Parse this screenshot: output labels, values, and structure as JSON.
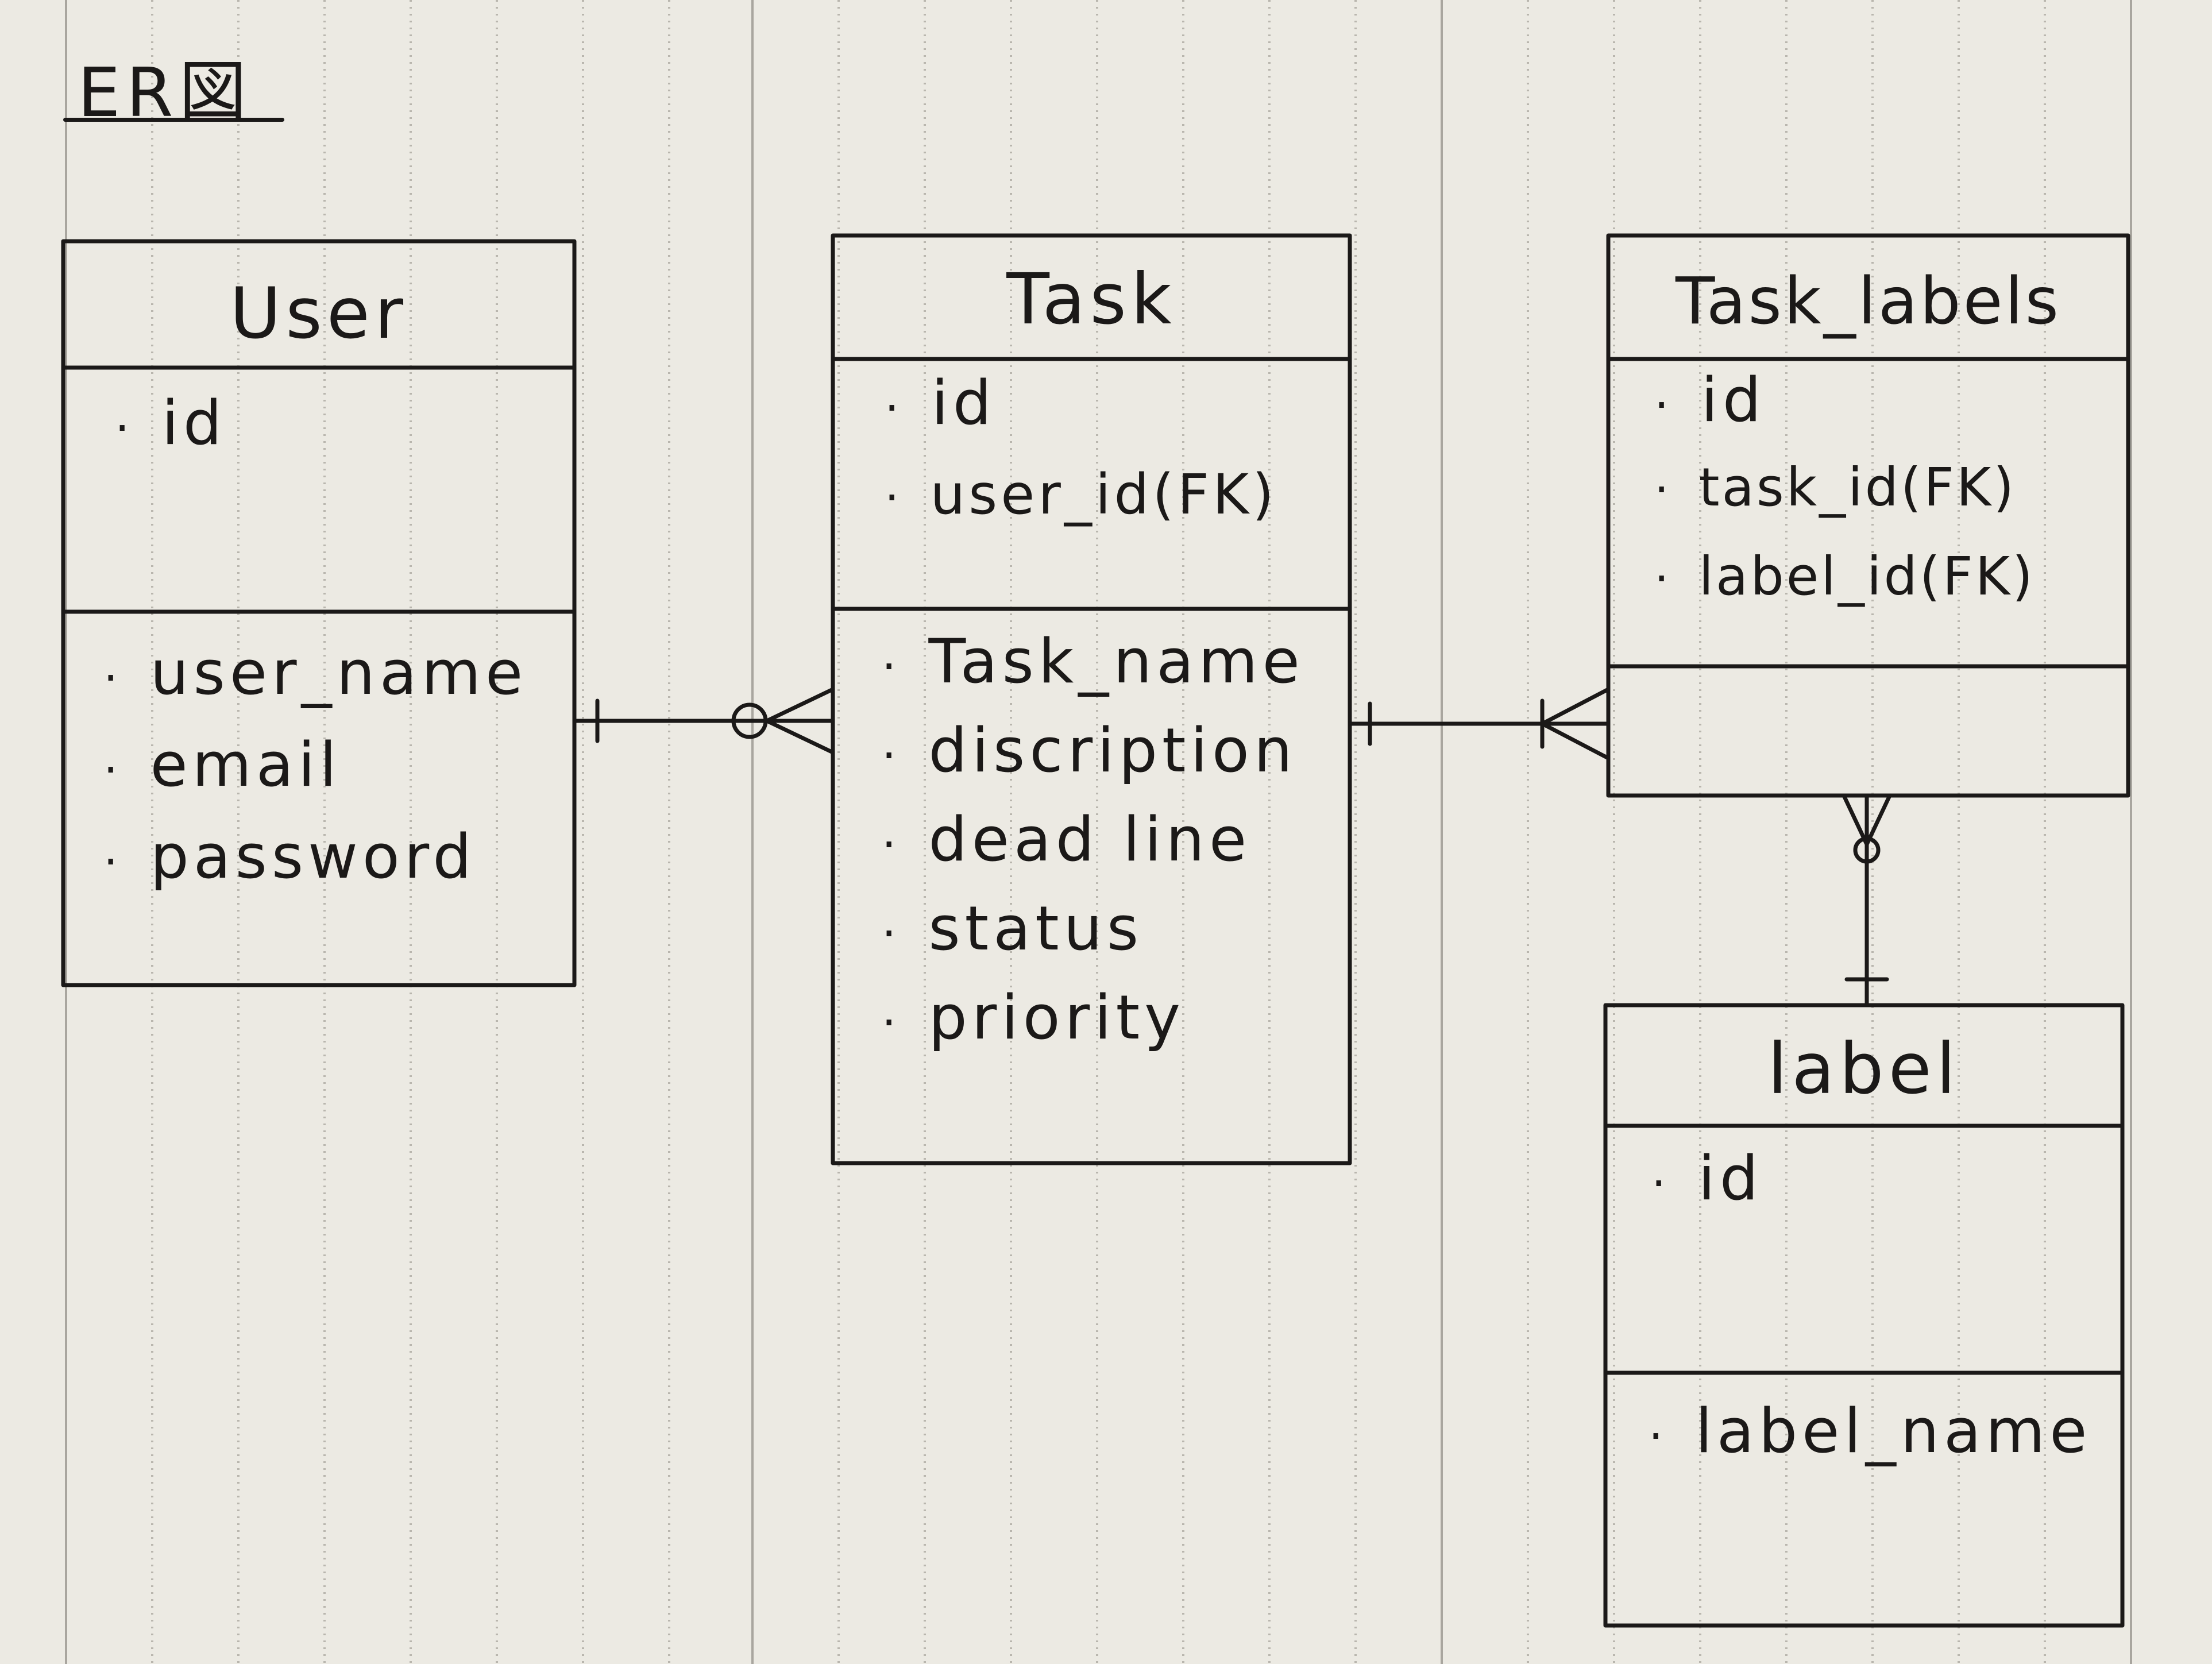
{
  "diagram": {
    "title": "ER図",
    "entities": [
      {
        "id": "user",
        "name": "User",
        "keys": [
          "id"
        ],
        "attributes": [
          "user_name",
          "email",
          "password"
        ]
      },
      {
        "id": "task",
        "name": "Task",
        "keys": [
          "id",
          "user_id(FK)"
        ],
        "attributes": [
          "Task_name",
          "discription",
          "dead line",
          "status",
          "priority"
        ]
      },
      {
        "id": "task-labels",
        "name": "Task_labels",
        "keys": [
          "id",
          "task_id(FK)",
          "label_id(FK)"
        ],
        "attributes": []
      },
      {
        "id": "label",
        "name": "label",
        "keys": [
          "id"
        ],
        "attributes": [
          "label_name"
        ]
      }
    ],
    "relationships": [
      {
        "from": "User",
        "to": "Task",
        "from_cardinality": "one",
        "to_cardinality": "zero-or-many"
      },
      {
        "from": "Task",
        "to": "Task_labels",
        "from_cardinality": "one",
        "to_cardinality": "one-or-many"
      },
      {
        "from": "label",
        "to": "Task_labels",
        "from_cardinality": "one",
        "to_cardinality": "zero-or-many"
      }
    ]
  }
}
